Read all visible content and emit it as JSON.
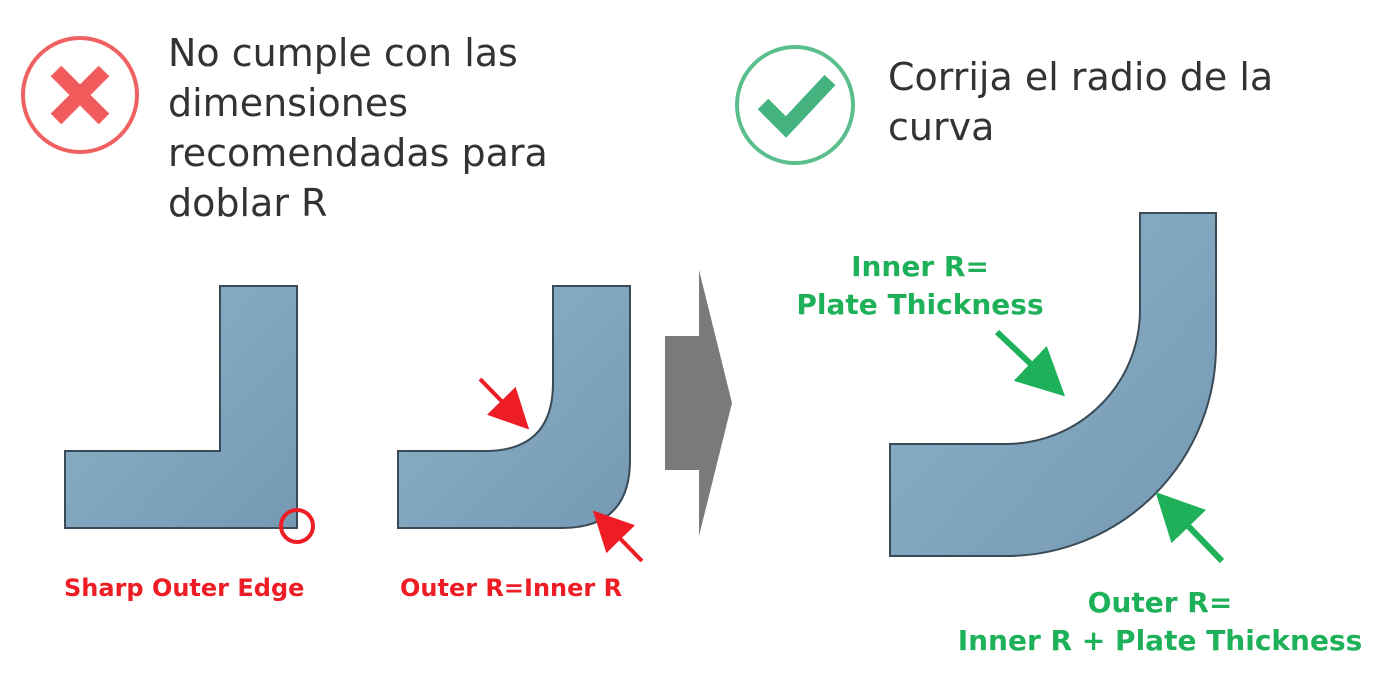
{
  "colors": {
    "plate_fill": "#7fa3bd",
    "plate_stroke": "#3a4a56",
    "bad_red": "#ee1c25",
    "bad_circle": "#f06262",
    "good_green": "#1fb05a",
    "good_circle": "#5abf8c",
    "transition_arrow": "#7a7a7a"
  },
  "bad_section": {
    "icon": "x-mark-icon",
    "heading": "No cumple con las dimensiones recomendadas para doblar R",
    "example_sharp": {
      "label": "Sharp Outer Edge"
    },
    "example_equal": {
      "label": "Outer R=Inner R"
    }
  },
  "good_section": {
    "icon": "check-mark-icon",
    "heading": "Corrija el radio de la curva",
    "inner_label": {
      "line1": "Inner R=",
      "line2": "Plate Thickness"
    },
    "outer_label": {
      "line1": "Outer R=",
      "line2": "Inner R + Plate Thickness"
    }
  },
  "transition": {
    "icon": "right-arrow-icon"
  }
}
